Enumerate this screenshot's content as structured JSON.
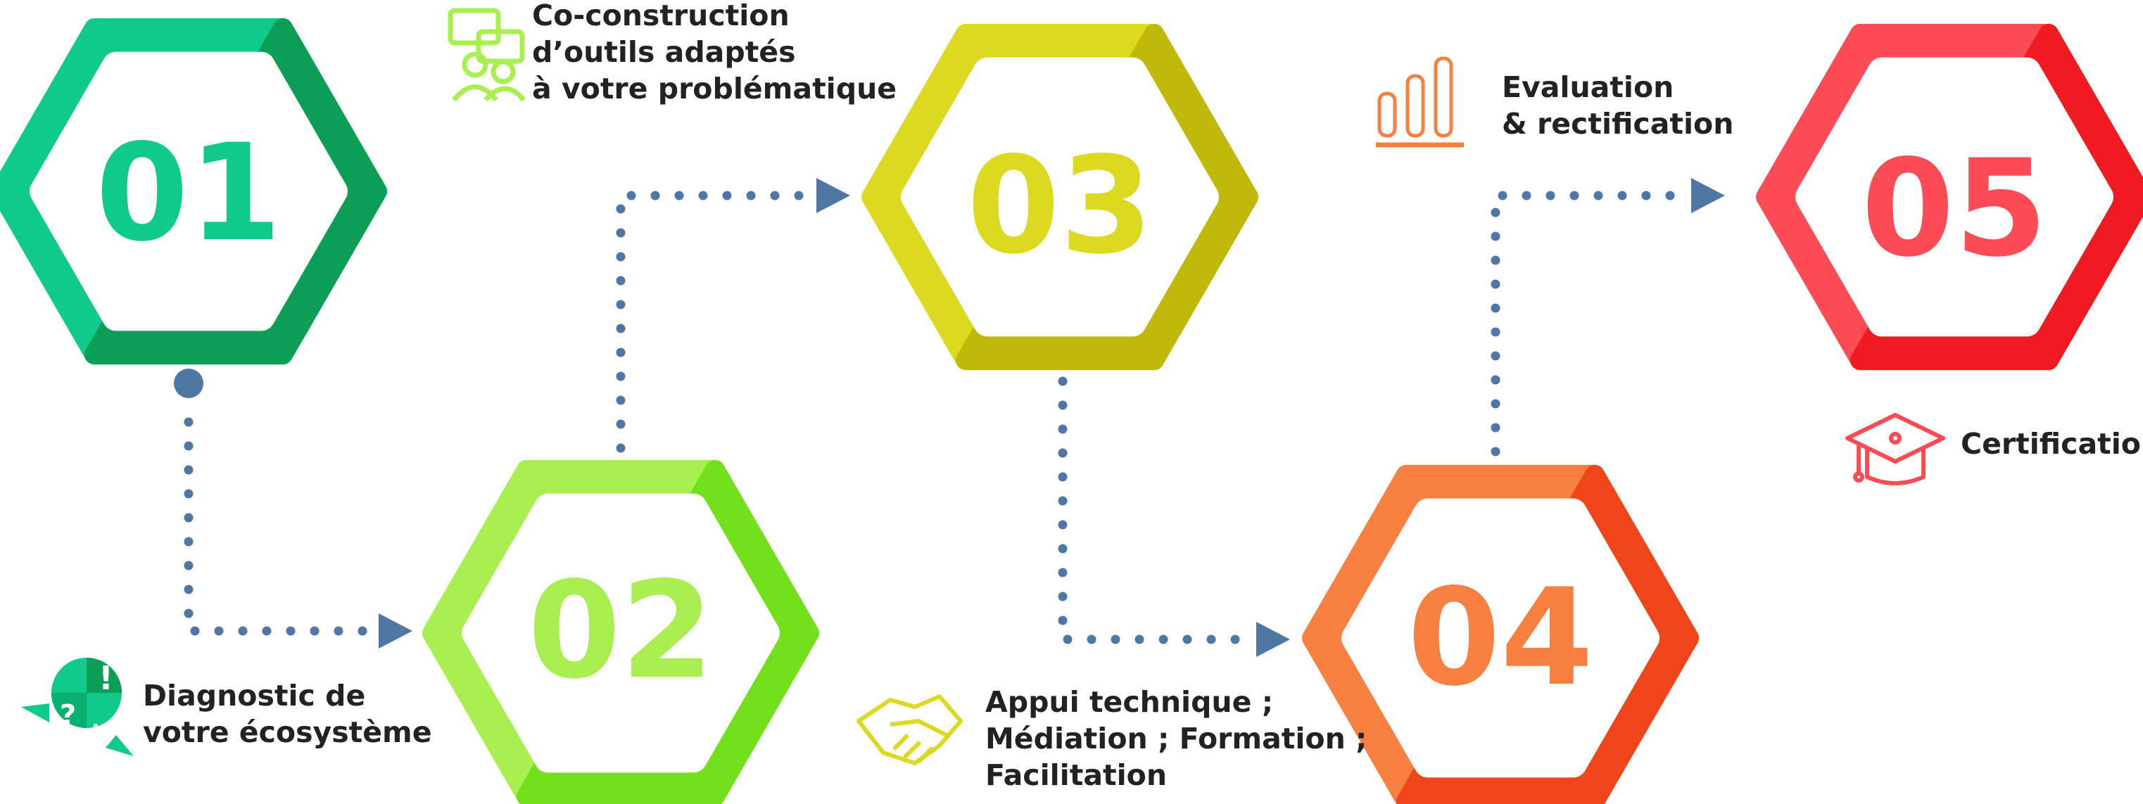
{
  "steps": [
    {
      "number": "01",
      "color": "#0fca8a",
      "shade": "#0b9f55",
      "icon": "speech-bubbles-icon",
      "caption": [
        "Diagnostic de",
        "votre écosystème"
      ]
    },
    {
      "number": "02",
      "color": "#a8ef4f",
      "shade": "#72e01a",
      "icon": "people-chat-icon",
      "caption": [
        "Co-construction",
        "d’outils adaptés",
        "à votre problématique"
      ]
    },
    {
      "number": "03",
      "color": "#dcd921",
      "shade": "#c1b90a",
      "icon": "handshake-icon",
      "caption": [
        "Appui technique ;",
        "Médiation ; Formation ;",
        "Facilitation"
      ]
    },
    {
      "number": "04",
      "color": "#f78040",
      "shade": "#ef4518",
      "icon": "bar-chart-icon",
      "caption": [
        "Evaluation",
        "& rectification"
      ]
    },
    {
      "number": "05",
      "color": "#fb4b55",
      "shade": "#ef1b20",
      "icon": "graduation-cap-icon",
      "caption": [
        "Certification"
      ]
    }
  ],
  "connector_color": "#4e77a5"
}
